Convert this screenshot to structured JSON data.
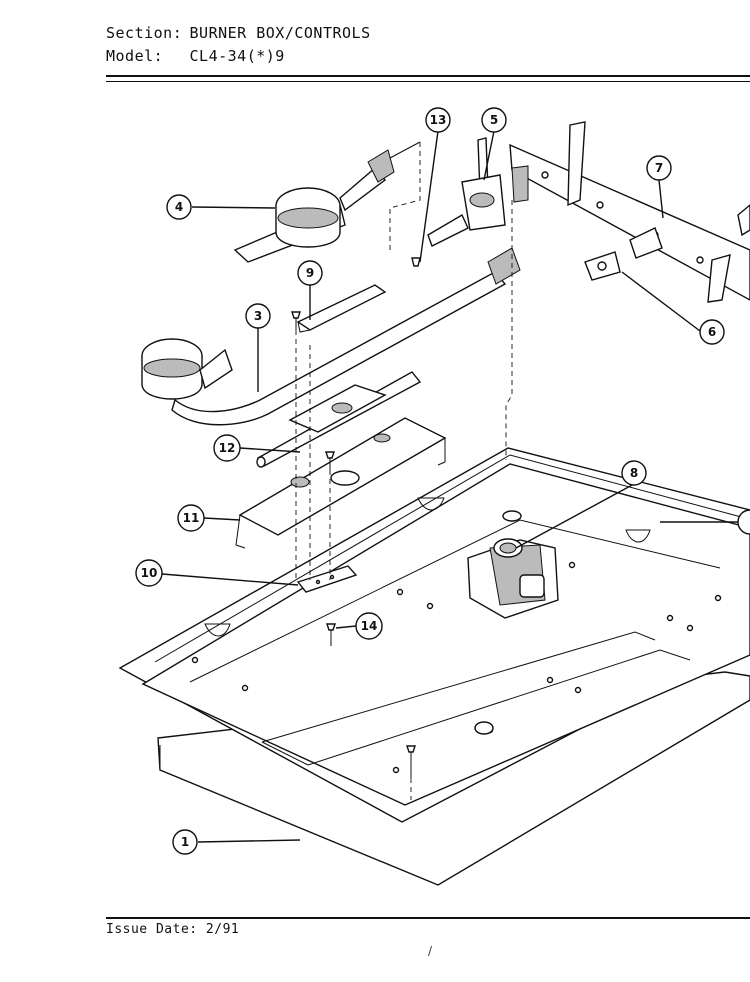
{
  "header": {
    "section_label": "Section:",
    "section_value": "BURNER BOX/CONTROLS",
    "model_label": "Model:",
    "model_value": "CL4-34(*)9"
  },
  "footer": {
    "issue": "Issue Date: 2/91",
    "mark": "/"
  },
  "callouts": [
    {
      "id": "c1",
      "label": "1"
    },
    {
      "id": "c3",
      "label": "3"
    },
    {
      "id": "c4",
      "label": "4"
    },
    {
      "id": "c5",
      "label": "5"
    },
    {
      "id": "c6",
      "label": "6"
    },
    {
      "id": "c7",
      "label": "7"
    },
    {
      "id": "c8",
      "label": "8"
    },
    {
      "id": "c9",
      "label": "9"
    },
    {
      "id": "c10",
      "label": "10"
    },
    {
      "id": "c11",
      "label": "11"
    },
    {
      "id": "c12",
      "label": "12"
    },
    {
      "id": "c13",
      "label": "13"
    },
    {
      "id": "c14",
      "label": "14"
    }
  ]
}
